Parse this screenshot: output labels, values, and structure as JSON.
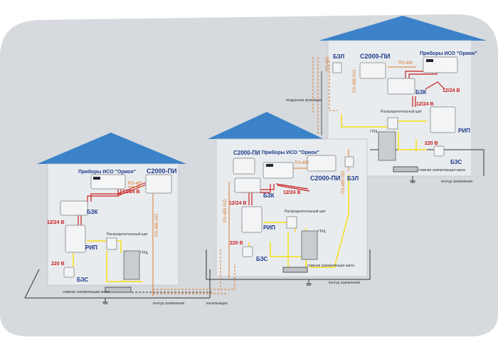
{
  "colors": {
    "roof": "#3b82c8",
    "wall": "#e9ecef",
    "bg": "#d6d9dd",
    "label_blue": "#1d3a8a",
    "label_red": "#c81e1e",
    "orange": "#d97a2b",
    "yellow": "#f2e24b",
    "red_wire": "#c81e1e"
  },
  "house1": {
    "bzk": "БЗК",
    "rip": "РИП",
    "bzs": "БЗС",
    "pribory": "Приборы ИСО \"Орион\"",
    "c2000pi": "С2000-ПИ",
    "v1224_a": "12/24 В",
    "v1224_b": "12/24 В",
    "v220": "220 В",
    "rs485": "RS-485",
    "rs485iso": "RS-485 ISO",
    "dist_shield": "Распределительный щит",
    "grsh": "ГРЩ",
    "main_bus": "главная заземляющая шина",
    "ground_contour": "контур заземления",
    "sewer": "канализация"
  },
  "house2": {
    "c2000pi_a": "С2000-ПИ",
    "c2000pi_b": "С2000-ПИ",
    "pribory": "Приборы ИСО \"Орион\"",
    "bzk": "БЗК",
    "rip": "РИП",
    "bzs": "БЗС",
    "bzl": "БЗЛ",
    "v1224_a": "12/24 В",
    "v1224_b": "12/24 В",
    "v220": "220 В",
    "rs485": "RS-485",
    "rs485iso_a": "RS-485 ISO",
    "rs485iso_b": "RS-485 ISO",
    "dist_shield": "Распределительный щит",
    "grsh": "ГРЩ",
    "main_bus": "главная заземляющая шина",
    "ground_contour": "контур заземления"
  },
  "house3": {
    "bzl": "БЗЛ",
    "c2000pi": "С2000-ПИ",
    "pribory": "Приборы ИСО \"Орион\"",
    "bzk": "БЗК",
    "rip": "РИП",
    "bzs": "БЗС",
    "v1224_a": "12/24 В",
    "v1224_b": "12/24 В",
    "v220": "220 В",
    "rs485": "RS-485",
    "rs485_vert": "RS-485",
    "rs485iso": "RS-485 ISO",
    "air_line": "воздушная прокладка",
    "dist_shield": "Распределительный щит",
    "grsh": "ГРЩ",
    "main_bus": "главная заземляющая шина",
    "ground_contour": "контур заземления"
  }
}
